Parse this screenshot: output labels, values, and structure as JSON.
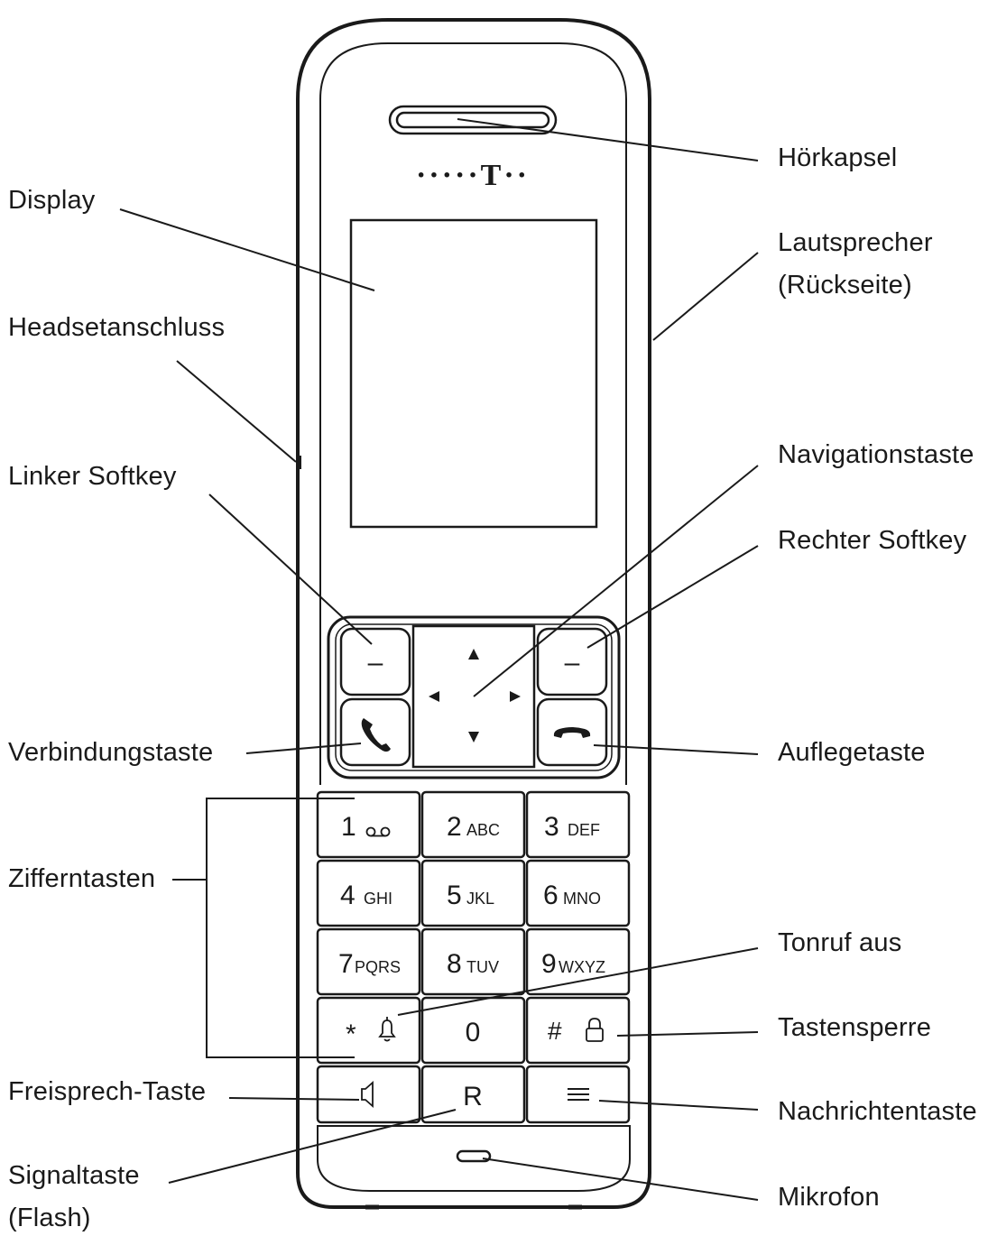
{
  "labels": {
    "hoerkapsel": "Hörkapsel",
    "display": "Display",
    "lautsprecher_1": "Lautsprecher",
    "lautsprecher_2": "(Rückseite)",
    "headsetanschluss": "Headsetanschluss",
    "linker_softkey": "Linker Softkey",
    "navigationstaste": "Navigationstaste",
    "rechter_softkey": "Rechter Softkey",
    "verbindungstaste": "Verbindungstaste",
    "auflegetaste": "Auflegetaste",
    "zifferntasten": "Zifferntasten",
    "tonruf_aus": "Tonruf aus",
    "tastensperre": "Tastensperre",
    "freisprech_taste": "Freisprech-Taste",
    "nachrichtentaste": "Nachrichtentaste",
    "signaltaste_1": "Signaltaste",
    "signaltaste_2": "(Flash)",
    "mikrofon": "Mikrofon"
  },
  "phone": {
    "logo_text": "·····T··",
    "softkey_symbol": "–",
    "keys": [
      {
        "digit": "1",
        "letters": "oo"
      },
      {
        "digit": "2",
        "letters": "ABC"
      },
      {
        "digit": "3",
        "letters": "DEF"
      },
      {
        "digit": "4",
        "letters": "GHI"
      },
      {
        "digit": "5",
        "letters": "JKL"
      },
      {
        "digit": "6",
        "letters": "MNO"
      },
      {
        "digit": "7",
        "letters": "PQRS"
      },
      {
        "digit": "8",
        "letters": "TUV"
      },
      {
        "digit": "9",
        "letters": "WXYZ"
      }
    ],
    "star_key": "*",
    "zero_key": "0",
    "hash_key": "#",
    "r_key": "R",
    "menu_key": "≡"
  }
}
